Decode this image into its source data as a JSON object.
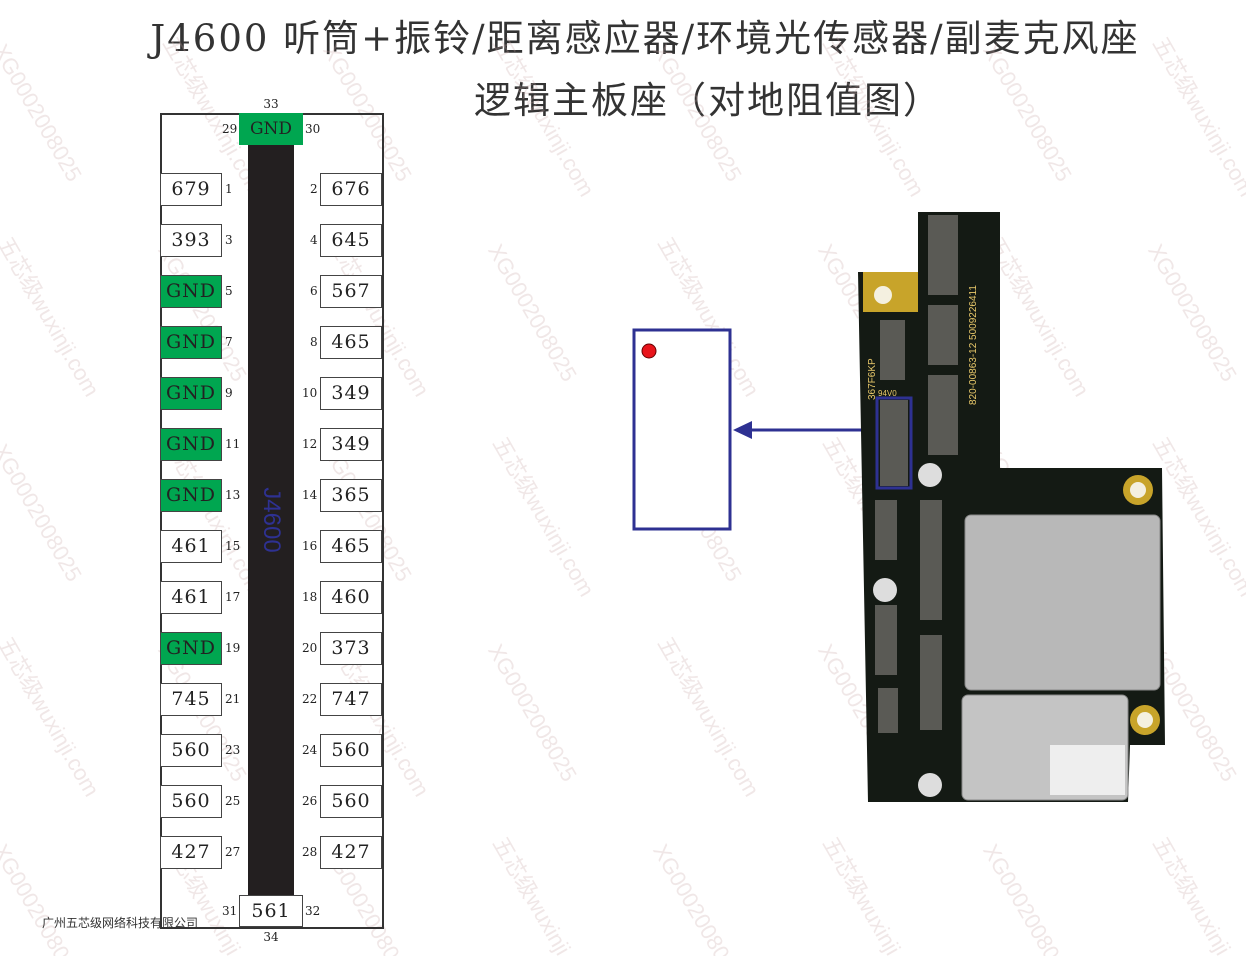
{
  "title": "J4600 听筒+振铃/距离感应器/环境光传感器/副麦克风座",
  "subtitle": "逻辑主板座（对地阻值图）",
  "connector": {
    "label": "J4600",
    "top": {
      "value": "GND",
      "pin_left": "29",
      "pin_right": "30",
      "pin_top": "33"
    },
    "bottom": {
      "value": "561",
      "pin_left": "31",
      "pin_right": "32",
      "pin_bottom": "34"
    },
    "left_pins": [
      {
        "pin": "1",
        "value": "679"
      },
      {
        "pin": "3",
        "value": "393"
      },
      {
        "pin": "5",
        "value": "GND"
      },
      {
        "pin": "7",
        "value": "GND"
      },
      {
        "pin": "9",
        "value": "GND"
      },
      {
        "pin": "11",
        "value": "GND"
      },
      {
        "pin": "13",
        "value": "GND"
      },
      {
        "pin": "15",
        "value": "461"
      },
      {
        "pin": "17",
        "value": "461"
      },
      {
        "pin": "19",
        "value": "GND"
      },
      {
        "pin": "21",
        "value": "745"
      },
      {
        "pin": "23",
        "value": "560"
      },
      {
        "pin": "25",
        "value": "560"
      },
      {
        "pin": "27",
        "value": "427"
      }
    ],
    "right_pins": [
      {
        "pin": "2",
        "value": "676"
      },
      {
        "pin": "4",
        "value": "645"
      },
      {
        "pin": "6",
        "value": "567"
      },
      {
        "pin": "8",
        "value": "465"
      },
      {
        "pin": "10",
        "value": "349"
      },
      {
        "pin": "12",
        "value": "349"
      },
      {
        "pin": "14",
        "value": "365"
      },
      {
        "pin": "16",
        "value": "465"
      },
      {
        "pin": "18",
        "value": "460"
      },
      {
        "pin": "20",
        "value": "373"
      },
      {
        "pin": "22",
        "value": "747"
      },
      {
        "pin": "24",
        "value": "560"
      },
      {
        "pin": "26",
        "value": "560"
      },
      {
        "pin": "28",
        "value": "427"
      }
    ]
  },
  "company": "广州五芯级网络科技有限公司",
  "board_text": [
    "820-00863-12 5009226411",
    "367F6KP",
    "94V0"
  ],
  "watermarks": [
    "XG0002008025",
    "五芯级wuxinji.com"
  ],
  "colors": {
    "gnd": "#00a650",
    "highlight": "#2e3192",
    "marker": "#e8141b"
  }
}
